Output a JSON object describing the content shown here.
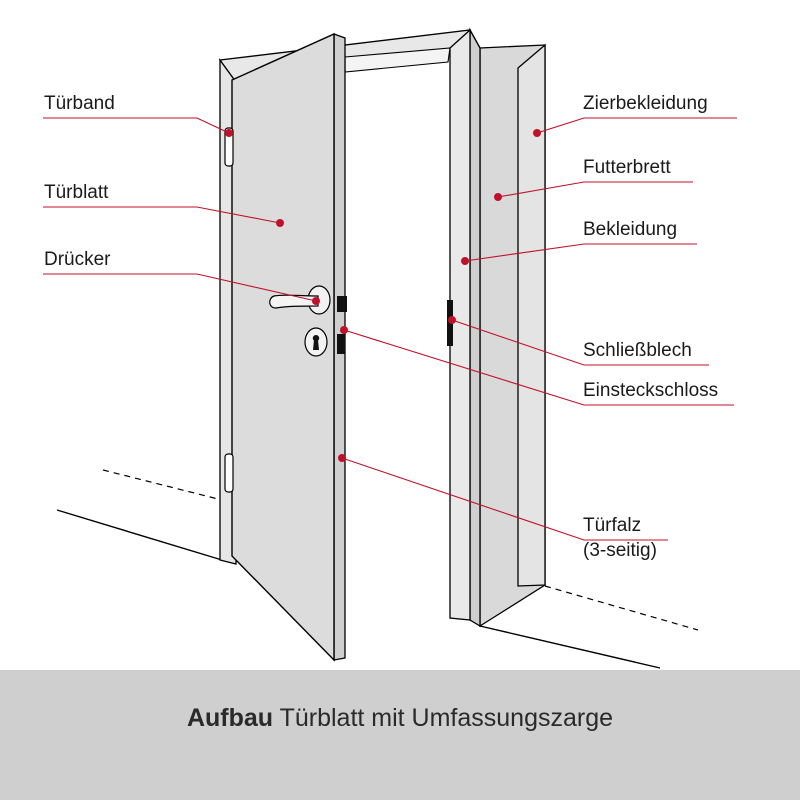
{
  "labels": {
    "tuerband": "Türband",
    "tuerblatt": "Türblatt",
    "druecker": "Drücker",
    "zierbekleidung": "Zierbekleidung",
    "futterbrett": "Futterbrett",
    "bekleidung": "Bekleidung",
    "schliessblech": "Schließblech",
    "einsteckschloss": "Einsteckschloss",
    "tuerfalz": "Türfalz",
    "tuerfalz_note": "(3-seitig)"
  },
  "caption": {
    "bold": "Aufbau",
    "rest": "Türblatt mit Umfassungszarge"
  },
  "colors": {
    "accent": "#c0112a",
    "door": "#dcdcdc",
    "frame": "#e4e4e4",
    "caption_bg": "#cfcfcf"
  }
}
